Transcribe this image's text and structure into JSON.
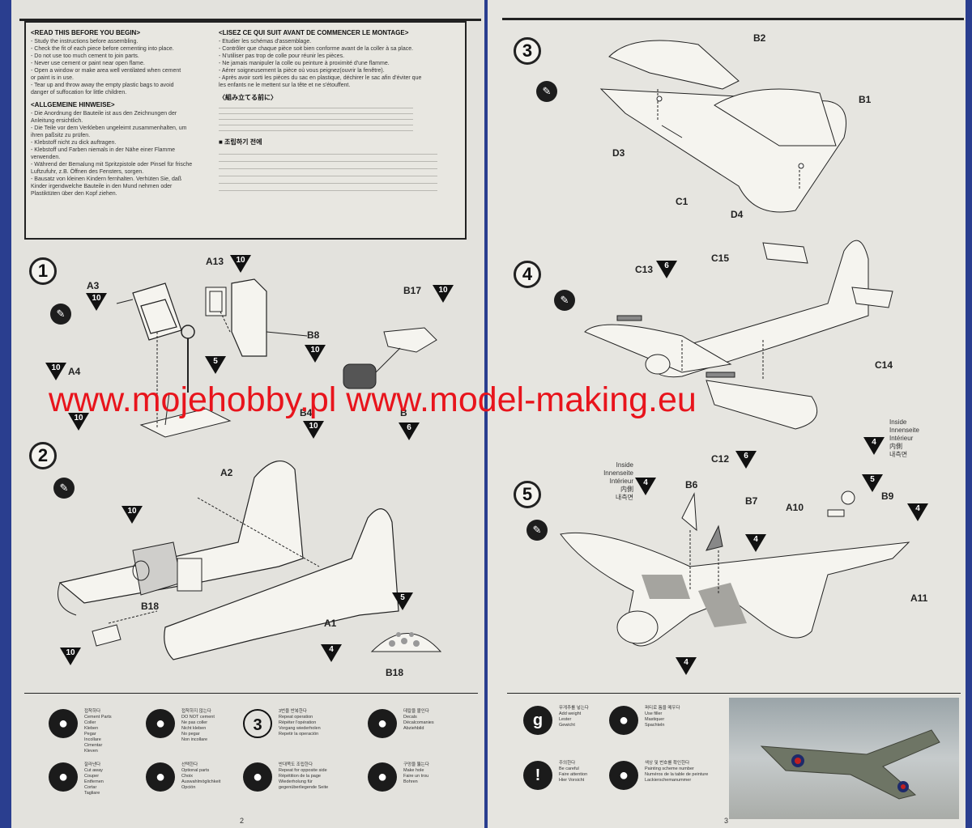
{
  "notice": {
    "en_title": "<READ THIS BEFORE YOU BEGIN>",
    "en_lines": [
      "- Study the instructions before assembling.",
      "- Check the fit of each piece before cementing into place.",
      "- Do not use too much cement to join parts.",
      "- Never use cement or paint near open flame.",
      "- Open a window or make area well ventilated when cement",
      "  or paint is in use.",
      "- Tear up and throw away the empty plastic bags to avoid",
      "  danger of suffocation for little children."
    ],
    "de_title": "<ALLGEMEINE HINWEISE>",
    "de_lines": [
      "- Die Anordnung der Bauteile ist aus den Zeichnungen der",
      "  Anleitung ersichtlich.",
      "- Die Teile vor dem Verkleben ungeleimt zusammenhalten, um",
      "  ihren paßsitz zu prüfen.",
      "- Klebstoff nicht zu dick auftragen.",
      "- Klebstoff und Farben niemals in der Nähe einer Flamme",
      "  verwenden.",
      "- Während der Bemalung mit Spritzpistole oder Pinsel für frische",
      "  Luftzufuhr, z.B. Öffnen des Fensters, sorgen.",
      "- Bausatz von kleinen Kindern fernhalten. Verhüten Sie, daß",
      "  Kinder irgendwelche Bauteile in den Mund nehmen oder",
      "  Plastiktüten über den Kopf ziehen."
    ],
    "fr_title": "<LISEZ CE QUI SUIT AVANT DE COMMENCER LE MONTAGE>",
    "fr_lines": [
      "- Etudier les schémas d'assemblage.",
      "- Contrôler que chaque pièce soit bien conforme avant de la coller à sa place.",
      "- N'utiliser pas trop de colle pour réunir les pièces.",
      "- Ne jamais manipuler la colle ou peinture à proximité d'une flamme.",
      "- Aérer soigneusement la pièce où vous peignez(ouvrir la fenêtre).",
      "- Après avoir sorti les pièces du sac en plastique, déchirer le sac afin d'éviter que",
      "  les enfants ne le mettent sur la tête et ne s'étouffent."
    ],
    "ja_title": "〈組み立てる前に〉",
    "ko_title": "■ 조립하기 전에"
  },
  "watermark": "www.mojehobby.pl www.model-making.eu",
  "steps": {
    "s1": "1",
    "s2": "2",
    "s3": "3",
    "s4": "4",
    "s5": "5"
  },
  "parts_left": {
    "a13": "A13",
    "a3": "A3",
    "b17": "B17",
    "b8": "B8",
    "a4": "A4",
    "b4": "B4",
    "b_cut": "B",
    "a2_cut": "2",
    "a2": "A2",
    "b18": "B18",
    "a1": "A1",
    "b18b": "B18"
  },
  "parts_right": {
    "b2": "B2",
    "b1": "B1",
    "d3": "D3",
    "c1": "C1",
    "d4": "D4",
    "c13": "C13",
    "c15": "C15",
    "c14": "C14",
    "c12": "C12",
    "b6": "B6",
    "b7": "B7",
    "a10": "A10",
    "b9": "B9",
    "a11": "A11"
  },
  "colors": {
    "n10": "10",
    "n5": "5",
    "n6": "6",
    "n4": "4"
  },
  "inside_label": {
    "l1": "Inside",
    "l2": "Innenseite",
    "l3": "Intérieur",
    "l4": "内側",
    "l5": "내측면"
  },
  "legend_left": [
    {
      "icon": "cement-icon",
      "text": [
        "접착하다",
        "Cement Parts",
        "Coller",
        "Kleben",
        "Pegar",
        "Incollare",
        "Cimentar",
        "Kleven"
      ]
    },
    {
      "icon": "no-cement-icon",
      "text": [
        "접착하지 않는다",
        "DO NOT cement",
        "Ne pas coller",
        "Nicht kleben",
        "No pegar",
        "Non incollare"
      ]
    },
    {
      "icon": "repeat-icon",
      "num": "3",
      "text": [
        "3번을 반복한다",
        "Repeat operation",
        "Répéter l'opération",
        "Vorgang wiederholen",
        "Repetir la operación"
      ]
    },
    {
      "icon": "decal-icon",
      "text": [
        "데칼을 붙인다",
        "Decals",
        "Décalcomanies",
        "Abziehbild"
      ]
    },
    {
      "icon": "cut-icon",
      "text": [
        "잘라낸다",
        "Cut away",
        "Couper",
        "Entfernen",
        "Cortar",
        "Tagliare"
      ]
    },
    {
      "icon": "optional-icon",
      "text": [
        "선택한다",
        "Optional parts",
        "Choix",
        "Auswahlmöglichkeit",
        "Opción"
      ]
    },
    {
      "icon": "opposite-side-icon",
      "text": [
        "반대쪽도 조립한다",
        "Repeat for opposite side",
        "Répétition de la page",
        "Wiederholung für gegenüberliegende Seite"
      ]
    },
    {
      "icon": "drill-icon",
      "text": [
        "구멍을 뚫는다",
        "Make hole",
        "Faire un trou",
        "Bohren"
      ]
    }
  ],
  "legend_right": [
    {
      "icon": "weight-icon",
      "glyph": "g",
      "text": [
        "무게추를 넣는다",
        "Add weight",
        "Lester",
        "Gewicht"
      ]
    },
    {
      "icon": "filler-icon",
      "text": [
        "퍼티로 틈을 메우다",
        "Use filler",
        "Mastiquer",
        "Spachteln"
      ]
    },
    {
      "icon": "caution-icon",
      "glyph": "!",
      "text": [
        "주의한다",
        "Be careful",
        "Faire attention",
        "Hier Vorsicht"
      ]
    },
    {
      "icon": "paint-number-icon",
      "text": [
        "색상 및 번호를 확인한다",
        "Painting scheme number",
        "Numéros de la table de peinture",
        "Lackierschemanummer"
      ]
    }
  ],
  "page_numbers": {
    "left": "2",
    "right": "3"
  }
}
